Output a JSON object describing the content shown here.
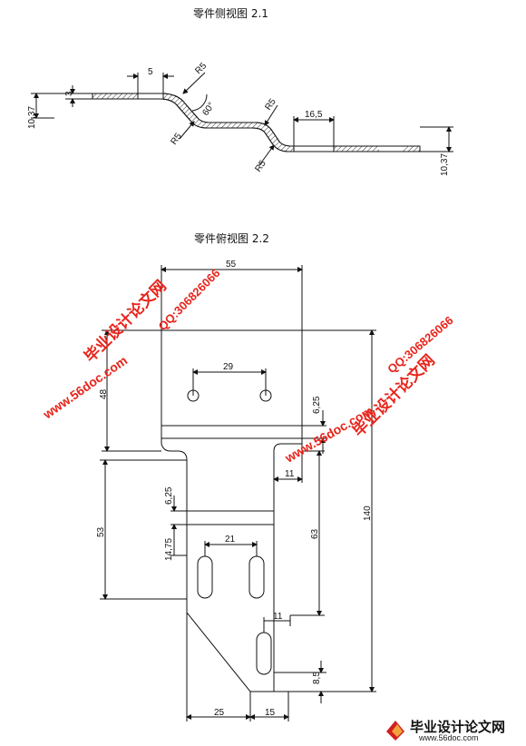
{
  "side_view": {
    "title": "零件侧视图 2.1",
    "dims": {
      "d5": "5",
      "d3": "3",
      "r5_a": "R5",
      "r5_b": "R5",
      "r5_c": "R5",
      "r5_d": "R5",
      "angle": "60°",
      "d16_5": "16,5",
      "h_left": "10,37",
      "h_right": "10,37"
    }
  },
  "top_view": {
    "title": "零件俯视图 2.2",
    "dims": {
      "d55": "55",
      "d29": "29",
      "d48": "48",
      "d6_25_a": "6,25",
      "d140": "140",
      "d11_a": "11",
      "d53": "53",
      "d6_25_b": "6,25",
      "d14_75": "14,75",
      "d21": "21",
      "d63": "63",
      "d11_b": "11",
      "d8_5": "8,5",
      "d25": "25",
      "d15": "15"
    }
  },
  "watermarks": {
    "name": "毕业设计论文网",
    "url": "www.56doc.com",
    "qq": "QQ:306826066"
  },
  "footer": {
    "name": "毕业设计论文网",
    "url": "www.56doc.com"
  },
  "colors": {
    "watermark": "#e8241b",
    "line": "#111111"
  }
}
